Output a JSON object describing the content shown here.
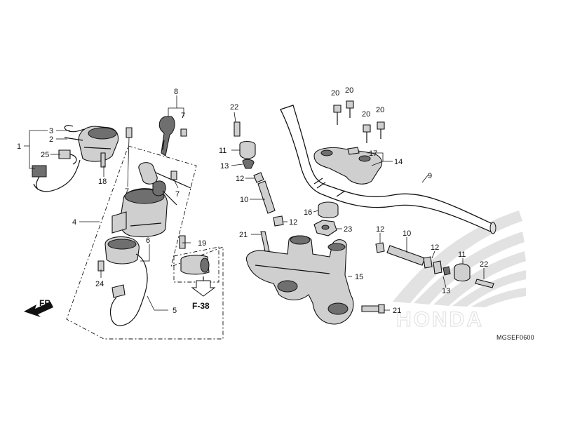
{
  "diagram": {
    "callouts": {
      "c1": "1",
      "c2": "2",
      "c3": "3",
      "c4": "4",
      "c5": "5",
      "c6": "6",
      "c7a": "7",
      "c7b": "7",
      "c7c": "7",
      "c8": "8",
      "c9": "9",
      "c10a": "10",
      "c10b": "10",
      "c11a": "11",
      "c11b": "11",
      "c12a": "12",
      "c12b": "12",
      "c12c": "12",
      "c12d": "12",
      "c13a": "13",
      "c13b": "13",
      "c14": "14",
      "c15": "15",
      "c16": "16",
      "c17": "17",
      "c18": "18",
      "c19": "19",
      "c20a": "20",
      "c20b": "20",
      "c20c": "20",
      "c20d": "20",
      "c21a": "21",
      "c21b": "21",
      "c22a": "22",
      "c22b": "22",
      "c23": "23",
      "c24": "24",
      "c25": "25"
    },
    "reference": "F-38",
    "direction": "FR.",
    "drawing_code": "MGSEF0600",
    "watermark": "HONDA"
  }
}
